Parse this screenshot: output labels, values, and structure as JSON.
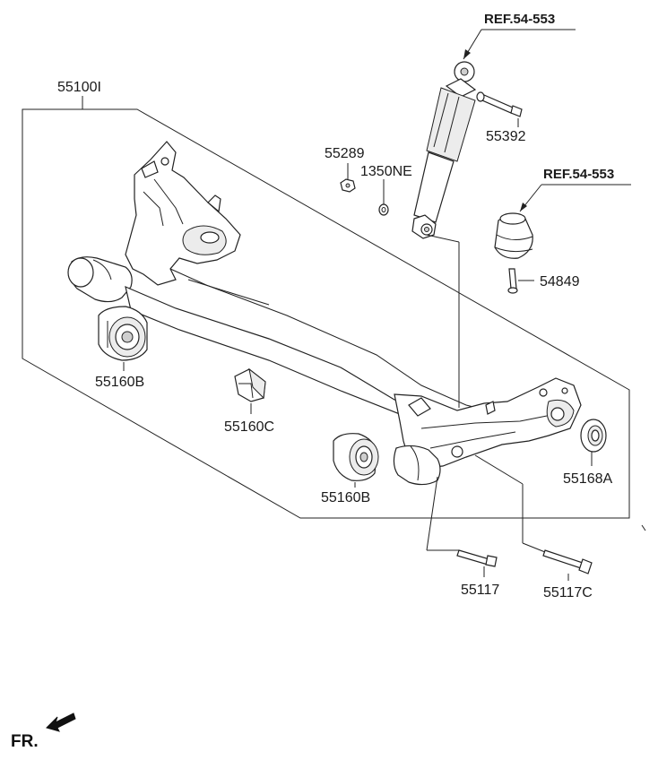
{
  "labels": {
    "axle": "55100I",
    "bushing_left": "55160B",
    "bushing_right": "55160B",
    "bracket": "55160C",
    "nut": "55289",
    "washer": "1350NE",
    "shock_bolt": "55392",
    "bump_bolt": "54849",
    "hub_plate": "55168A",
    "bolt_a": "55117",
    "bolt_c": "55117C"
  },
  "refs": {
    "shock_absorber": "REF.54-553",
    "bump_stopper": "REF.54-553"
  },
  "direction": {
    "label": "FR."
  },
  "icons": {
    "direction": "front-direction-arrow-icon"
  }
}
